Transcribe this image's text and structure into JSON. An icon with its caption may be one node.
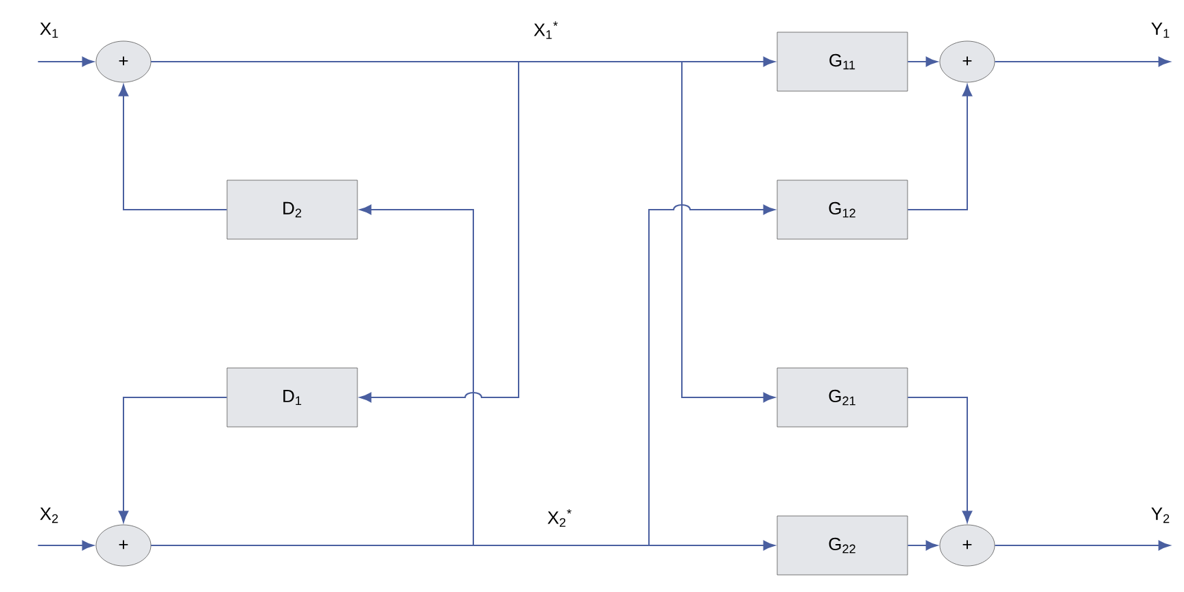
{
  "diagram": {
    "nodes": [
      {
        "text": [
          "X$_{1}$"
        ]
      },
      {
        "text": [
          "+"
        ]
      },
      {
        "text": [
          "D$_{2}$"
        ]
      },
      {
        "text": [
          "D$_{1}$"
        ]
      },
      {
        "text": [
          "X$_{2}$"
        ]
      },
      {
        "text": [
          "+"
        ]
      },
      {
        "text": [
          "G$_{11}$"
        ]
      },
      {
        "text": [
          "G$_{12}$"
        ]
      },
      {
        "text": [
          "G$_{21}$"
        ]
      },
      {
        "text": [
          "G$_{22}$"
        ]
      },
      {
        "text": [
          "+"
        ]
      },
      {
        "text": [
          "+"
        ]
      },
      {
        "text": [
          "Y$_{1}$"
        ]
      },
      {
        "text": [
          "Y$_{2}$"
        ]
      }
    ],
    "edges": [
      {
        "from": 0,
        "to": 1,
        "arrow": "to"
      },
      {
        "from": 1,
        "to": 6,
        "arrow": "to"
      },
      {
        "from": 1,
        "to": 8,
        "arrow": "to"
      },
      {
        "from": 1,
        "to": 3,
        "arrow": "to"
      },
      {
        "from": 5,
        "to": 9,
        "arrow": "to"
      },
      {
        "from": 5,
        "to": 7,
        "arrow": "to"
      },
      {
        "from": 5,
        "to": 2,
        "arrow": "to"
      },
      {
        "from": 2,
        "to": 1,
        "arrow": "to"
      },
      {
        "from": 3,
        "to": 5,
        "arrow": "to"
      },
      {
        "from": 4,
        "to": 5,
        "arrow": "to"
      },
      {
        "from": 6,
        "to": 10,
        "arrow": "to"
      },
      {
        "from": 7,
        "to": 10,
        "arrow": "to"
      },
      {
        "from": 8,
        "to": 11,
        "arrow": "to"
      },
      {
        "from": 9,
        "to": 11,
        "arrow": "to"
      },
      {
        "from": 10,
        "to": 12,
        "arrow": "to"
      },
      {
        "from": 11,
        "to": 13,
        "arrow": "to"
      }
    ],
    "labels": [
      "X$_{1}$$^{*}$",
      "X$_{2}$$^{*}$"
    ]
  }
}
